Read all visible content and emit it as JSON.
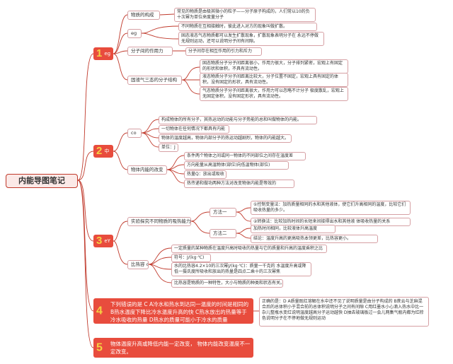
{
  "root": "内能导图笔记",
  "s1": {
    "num": "1",
    "label": "eg",
    "b_matter": "物质的构成",
    "matter_desc": "常见的物质是由极其微小的粒子——分子原子构成的，人们常以10的负十次幂为单位来度量分子",
    "b_eg": "eg",
    "eg_1": "不同物质在互相接触时，彼此进入对方的现象叫做扩散。",
    "eg_2": "固态液态气态物质都可以发生扩散现象，扩散现象表明分子在 永远不停做无规则运动，还可以说明分子间有间隙。",
    "b_force": "分子间的作用力",
    "force_desc": "分子间存在相互作用的引力和斥力",
    "b_states": "固液气三态的分子结构",
    "state_solid": "固态物质分子分子间距离很小，作用力很大，分子排列紧密，宏观上有固定的形状和体积，不具有流动性。",
    "state_liquid": "液态物质分子分子间距离比较大，分子位置不固定，宏观上具有固定的体积，没有固定的形状，具有流动性。",
    "state_gas": "气态物质分子分子间距离很大，作用力可以忽略不计分子 极度散乱，宏观上无固定体积，没有固定形状，具有流动性。"
  },
  "s2": {
    "num": "2",
    "label": "中",
    "b_def": "co",
    "def_1": "构成物体的所有分子，其热运动的动能与分子势能的总和叫做物体的内能。",
    "def_2": "一切物体在任何情况下都具有内能",
    "def_3": "物体的温度越高，物体内部分子的热运动越剧烈，物体的内能越大。",
    "def_4": "单位：J",
    "b_change": "物体内能的改变",
    "change_1": "条件两个物体之间或同一物体的不同部位之间存在温度差",
    "change_2": "方向能量从高温物体(部位)向低温物体(部位)",
    "change_3": "热量Q：放出或吸收",
    "change_4": "热传递和做功两种方法对改变物体内能是等效的"
  },
  "s3": {
    "num": "3",
    "label": "eY",
    "b_explore": "实验探究不同物质的吸热能力",
    "method_1": "方法一",
    "m1_1": "①控制变量法：加热质量相同的水和其他液体，使它们升高相同的温度，比较它们吸收热量的多少。",
    "m1_2": "②转换法：比较加热时间的长短来间接得出水和其他液 体吸收热量的关系",
    "method_2": "方法二",
    "m2_1": "加热时间相同，比较液体升高温度",
    "m2_2": "结论：温度升高的更高吸热本领更差，比热容更小。",
    "b_heat": "比热容 c",
    "heat_1": "一定质量的某种物质在温度升高时吸收的热量与它的质量和升高的温度乘积之比",
    "heat_2": "符号：J/(kg·℃)",
    "heat_3": "水的比热容4.2×10的三次幂J/(kg·℃)：质量一千克的 水温度升高或降低一摄氏度所吸收和放出的热量是四点二乘十的三次幂焦",
    "heat_4": "比热容是物质的一种特性，大小与物质的种类和状态有关。"
  },
  "s4": {
    "num": "4",
    "text": "下列错误的是 C A冷水和热水到达同一温度的时间是相同的 B热水温度下降比冷水温度升高的快 C热水放出的热量等于冷水吸收的热量 D热水的质量可能小于冷水的质量",
    "answer": "正确的是：D A质量既红溶解在水中还不见了说明质量是由分子构成的 B蔗云与芝麻混合后的总体积小于混合前的总体积说明分子之间有间隙 C用红墨水小心滴入热水中比一杂儿整瓶水变红说明温度越高分子运动越快 D抽去玻璃板过一会儿两集气瓶内都为红棕色说明分子在不停地做无规则运动"
  },
  "s5": {
    "num": "5",
    "text": "物体温度升高或降低内能一定改变， 物体内能改变温度不一定改变。"
  },
  "colors": {
    "accent": "#e84c3d",
    "number": "#f5d142",
    "link": "#c0392b"
  }
}
